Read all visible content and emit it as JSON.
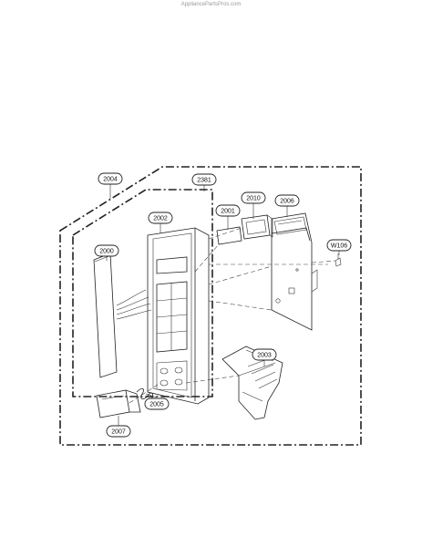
{
  "watermark": "AppliancePartsPros.com",
  "parts": {
    "p2004": "2004",
    "p2381": "2381",
    "p2002": "2002",
    "p2001": "2001",
    "p2010": "2010",
    "p2006": "2006",
    "pW106": "W106",
    "p2000": "2000",
    "p2003": "2003",
    "p2005": "2005",
    "p2007": "2007"
  }
}
